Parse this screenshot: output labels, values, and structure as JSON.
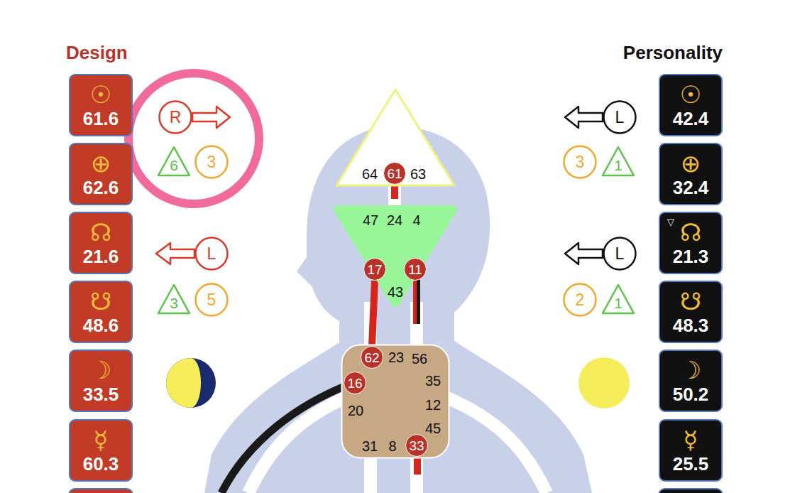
{
  "diagram": {
    "nodes": [
      {
        "text": [
          "☉",
          "61.6"
        ]
      },
      {
        "text": [
          "⊕",
          "62.6"
        ]
      },
      {
        "text": [
          "☊",
          "21.6"
        ]
      },
      {
        "text": [
          "☋",
          "48.6"
        ]
      },
      {
        "text": [
          "☽",
          "33.5"
        ]
      },
      {
        "text": [
          "☿",
          "60.3"
        ]
      },
      {
        "text": [
          "☉",
          "42.4"
        ]
      },
      {
        "text": [
          "⊕",
          "32.4"
        ]
      },
      {
        "text": [
          "▽",
          "☊",
          "21.3"
        ]
      },
      {
        "text": [
          "☋",
          "48.3"
        ]
      },
      {
        "text": [
          "☽",
          "50.2"
        ]
      },
      {
        "text": [
          "☿",
          "25.5"
        ]
      },
      {
        "text": [
          "R"
        ]
      },
      {
        "text": [
          "6"
        ]
      },
      {
        "text": [
          "3"
        ]
      },
      {
        "text": [
          "L"
        ]
      },
      {
        "text": [
          "3"
        ]
      },
      {
        "text": [
          "5"
        ]
      },
      {
        "text": [
          "L"
        ]
      },
      {
        "text": [
          "3"
        ]
      },
      {
        "text": [
          "1"
        ]
      },
      {
        "text": [
          "L"
        ]
      },
      {
        "text": [
          "2"
        ]
      },
      {
        "text": [
          "1"
        ]
      },
      {
        "text": [
          "64",
          "63"
        ]
      },
      {
        "text": [
          "61"
        ],
        "in": 24
      },
      {
        "text": [
          "47",
          "24",
          "4",
          "43"
        ]
      },
      {
        "text": [
          "17"
        ],
        "in": 26
      },
      {
        "text": [
          "11"
        ],
        "in": 26
      },
      {
        "text": [
          "23",
          "56",
          "35",
          "20",
          "12",
          "45",
          "31",
          "8"
        ]
      },
      {
        "text": [
          "62"
        ],
        "in": 29
      },
      {
        "text": [
          "16"
        ],
        "in": 29
      },
      {
        "text": [
          "33"
        ],
        "in": 29
      }
    ],
    "edges": [
      {
        "from": 27,
        "to": 30,
        "arrow": "none"
      }
    ],
    "labels": [
      "Design",
      "Personality"
    ]
  }
}
